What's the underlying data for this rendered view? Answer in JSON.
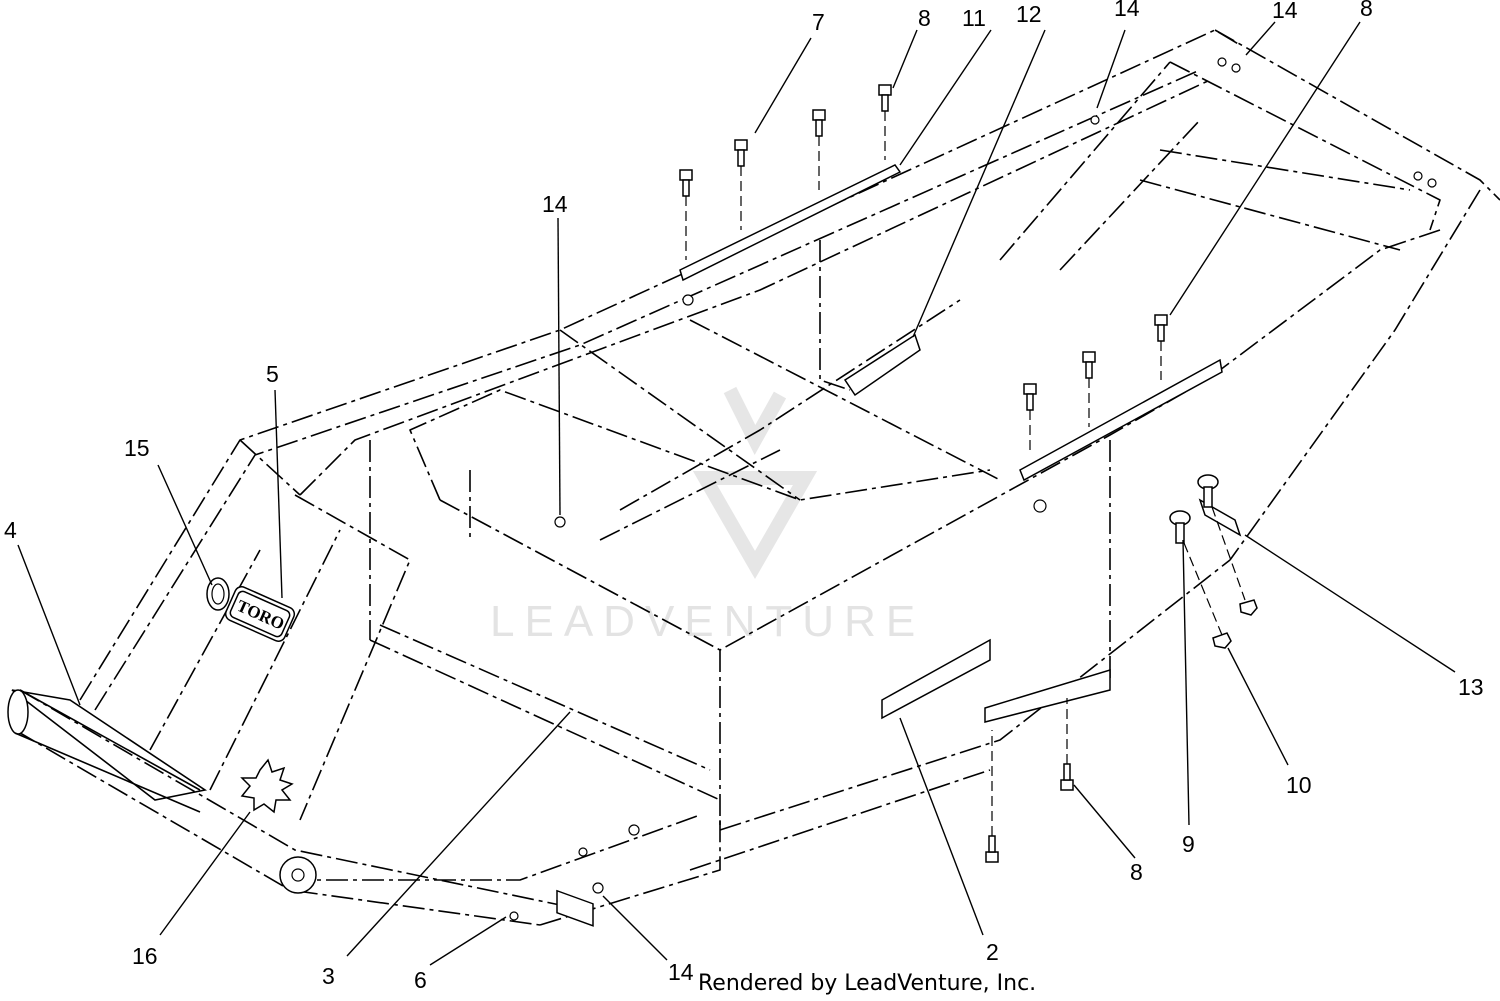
{
  "diagram": {
    "callouts": [
      {
        "id": "c7",
        "label": "7"
      },
      {
        "id": "c8a",
        "label": "8"
      },
      {
        "id": "c11",
        "label": "11"
      },
      {
        "id": "c12",
        "label": "12"
      },
      {
        "id": "c14a",
        "label": "14"
      },
      {
        "id": "c14b",
        "label": "14"
      },
      {
        "id": "c8b",
        "label": "8"
      },
      {
        "id": "c14c",
        "label": "14"
      },
      {
        "id": "c5",
        "label": "5"
      },
      {
        "id": "c15",
        "label": "15"
      },
      {
        "id": "c4",
        "label": "4"
      },
      {
        "id": "c13",
        "label": "13"
      },
      {
        "id": "c10",
        "label": "10"
      },
      {
        "id": "c9",
        "label": "9"
      },
      {
        "id": "c8c",
        "label": "8"
      },
      {
        "id": "c2",
        "label": "2"
      },
      {
        "id": "c16",
        "label": "16"
      },
      {
        "id": "c3",
        "label": "3"
      },
      {
        "id": "c6",
        "label": "6"
      },
      {
        "id": "c14d",
        "label": "14"
      }
    ],
    "decal_text": "TORO",
    "watermark_text": "LEADVENTURE",
    "credit_text": "Rendered by LeadVenture, Inc."
  }
}
